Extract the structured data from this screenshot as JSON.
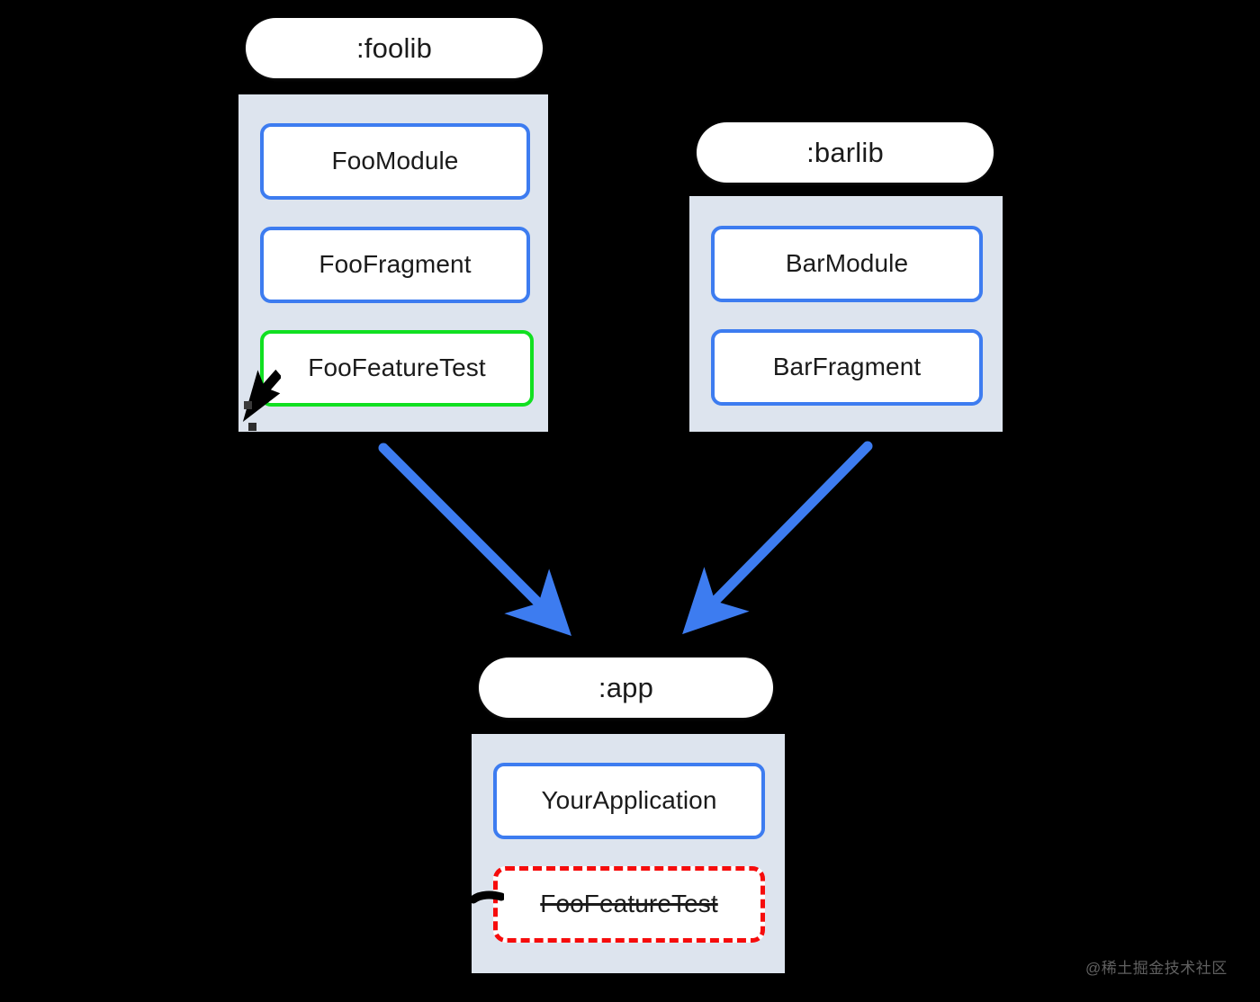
{
  "diagram": {
    "title": "Gradle module dependency diagram",
    "background_color": "#000000",
    "colors": {
      "module_body": "#dde4ee",
      "pill": "#ffffff",
      "node_border_blue": "#3d7cf0",
      "node_border_green": "#11e021",
      "node_border_red": "#f60c0c",
      "arrow_blue": "#3d7cf0",
      "cursor_black": "#000000",
      "text": "#1b1b1b"
    }
  },
  "modules": [
    {
      "id": "foolib",
      "pill_label": ":foolib",
      "nodes": [
        {
          "label": "FooModule",
          "style": "blue",
          "strike": false
        },
        {
          "label": "FooFragment",
          "style": "blue",
          "strike": false
        },
        {
          "label": "FooFeatureTest",
          "style": "green",
          "strike": false
        }
      ]
    },
    {
      "id": "barlib",
      "pill_label": ":barlib",
      "nodes": [
        {
          "label": "BarModule",
          "style": "blue",
          "strike": false
        },
        {
          "label": "BarFragment",
          "style": "blue",
          "strike": false
        }
      ]
    },
    {
      "id": "app",
      "pill_label": ":app",
      "nodes": [
        {
          "label": "YourApplication",
          "style": "blue",
          "strike": false
        },
        {
          "label": "FooFeatureTest",
          "style": "red-dashed",
          "strike": true
        }
      ]
    }
  ],
  "arrows": [
    {
      "id": "foolib-to-app",
      "from": "foolib",
      "to": "app",
      "color": "#3d7cf0",
      "direction": "down-right"
    },
    {
      "id": "barlib-to-app",
      "from": "barlib",
      "to": "app",
      "color": "#3d7cf0",
      "direction": "down-left"
    }
  ],
  "annotations": {
    "cursor_on_foofeaturetest": "mouse-cursor-pointer",
    "drag_tick_on_app_foofeaturetest": "drag-handle-tick"
  },
  "watermark": {
    "text": "@稀土掘金技术社区"
  }
}
